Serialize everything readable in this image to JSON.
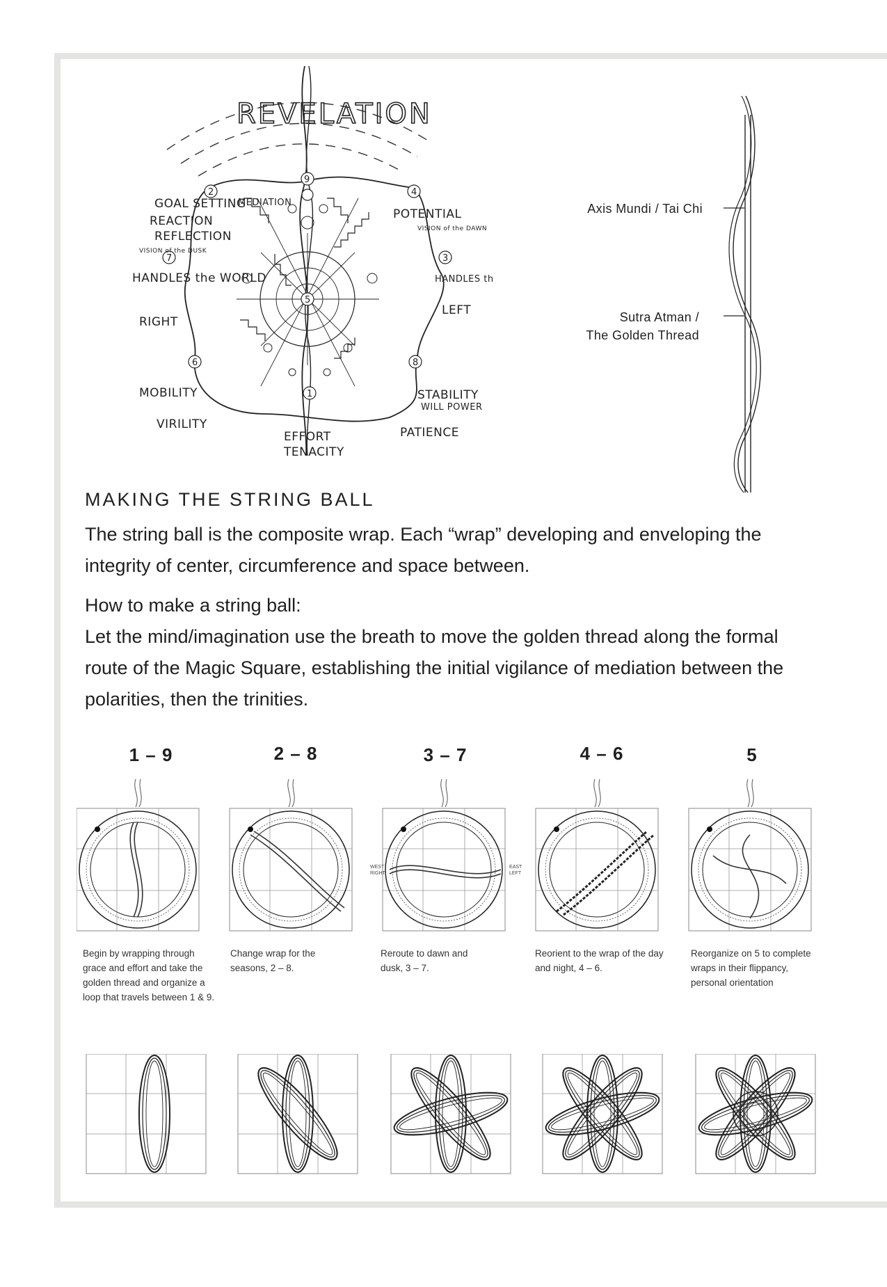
{
  "diagram": {
    "title": "REVELATION",
    "top_label": "MEDIATION",
    "labels": {
      "goal": "GOAL SETTING",
      "reaction": "REACTION",
      "reflection": "REFLECTION",
      "dusk": "VISION of the DUSK",
      "potential": "POTENTIAL",
      "dawn": "VISION of the DAWN",
      "handles_world": "HANDLES the WORLD",
      "handles_heart": "HANDLES the HEART",
      "right": "RIGHT",
      "left": "LEFT",
      "mobility": "MOBILITY",
      "virility": "VIRILITY",
      "stability": "STABILITY",
      "will_power": "WILL POWER",
      "patience": "PATIENCE",
      "effort": "EFFORT",
      "tenacity": "TENACITY"
    },
    "numbers": [
      "1",
      "2",
      "3",
      "4",
      "5",
      "6",
      "7",
      "8",
      "9"
    ]
  },
  "axis": {
    "label_top": "Axis Mundi / Tai Chi",
    "label_mid_1": "Sutra Atman /",
    "label_mid_2": "The Golden Thread"
  },
  "section": {
    "heading": "MAKING THE STRING BALL",
    "para1": "The string ball is the composite wrap. Each “wrap” developing and enveloping the integrity of center, circumference and space between.",
    "para2_line1": "How to make a string ball:",
    "para2_line2": "Let the mind/imagination use the breath to move the golden thread along the formal route of the Magic Square, establishing the initial vigilance of mediation between the polarities, then the trinities."
  },
  "steps": [
    {
      "num": "1 – 9",
      "caption": "Begin by wrapping through grace and effort and take the golden thread and organize a loop that travels between 1 & 9."
    },
    {
      "num": "2 – 8",
      "caption": "Change wrap for the seasons, 2 – 8."
    },
    {
      "num": "3 – 7",
      "caption": "Reroute to dawn and dusk, 3 – 7."
    },
    {
      "num": "4 – 6",
      "caption": "Reorient to the wrap of the day and night, 4 – 6."
    },
    {
      "num": "5",
      "caption": "Reorganize on 5 to complete wraps in their flippancy, personal orientation"
    }
  ],
  "wheel_labels": {
    "west": "WEST",
    "right": "RIGHT",
    "east": "EAST",
    "left": "LEFT"
  }
}
